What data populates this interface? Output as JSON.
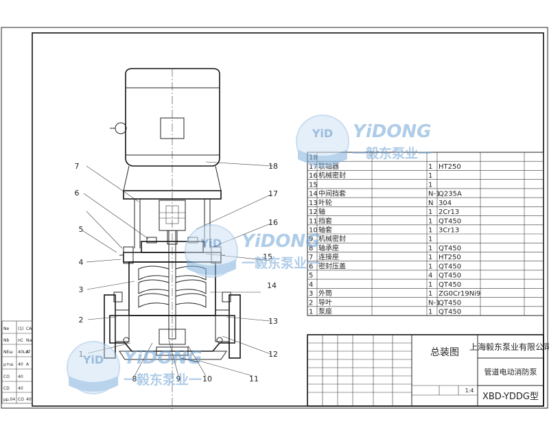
{
  "title_block": {
    "drawing_name": "总装图",
    "company": "上海毅东泵业有限公司",
    "product": "管道电动消防泵",
    "scale": "1:4",
    "model": "XBD-YDDG型"
  },
  "parts_list": [
    {
      "no": "18",
      "name": "",
      "qty": "",
      "material": ""
    },
    {
      "no": "17",
      "name": "联轴器",
      "qty": "1",
      "material": "HT250"
    },
    {
      "no": "16",
      "name": "机械密封",
      "qty": "1",
      "material": ""
    },
    {
      "no": "15",
      "name": "",
      "qty": "1",
      "material": ""
    },
    {
      "no": "14",
      "name": "中间挡套",
      "qty": "N-1",
      "material": "Q235A"
    },
    {
      "no": "13",
      "name": "叶轮",
      "qty": "N",
      "material": "304"
    },
    {
      "no": "12",
      "name": "轴",
      "qty": "1",
      "material": "2Cr13"
    },
    {
      "no": "11",
      "name": "挡套",
      "qty": "1",
      "material": "QT450"
    },
    {
      "no": "10",
      "name": "轴套",
      "qty": "1",
      "material": "3Cr13"
    },
    {
      "no": "9",
      "name": "机械密封",
      "qty": "1",
      "material": ""
    },
    {
      "no": "8",
      "name": "轴承座",
      "qty": "1",
      "material": "QT450"
    },
    {
      "no": "7",
      "name": "连接座",
      "qty": "1",
      "material": "HT250"
    },
    {
      "no": "6",
      "name": "密封压盖",
      "qty": "1",
      "material": "QT450"
    },
    {
      "no": "5",
      "name": "",
      "qty": "4",
      "material": "QT450"
    },
    {
      "no": "4",
      "name": "",
      "qty": "1",
      "material": "QT450"
    },
    {
      "no": "3",
      "name": "外筒",
      "qty": "1",
      "material": "ZG0Cr19Ni9"
    },
    {
      "no": "2",
      "name": "导叶",
      "qty": "N-1",
      "material": "QT450"
    },
    {
      "no": "1",
      "name": "泵座",
      "qty": "1",
      "material": "QT450"
    }
  ],
  "callouts": [
    "1",
    "2",
    "3",
    "4",
    "5",
    "6",
    "7",
    "8",
    "9",
    "10",
    "11",
    "12",
    "13",
    "14",
    "15",
    "16",
    "17",
    "18"
  ],
  "watermark": {
    "abbr": "YiD",
    "brand": "YiDONG",
    "cn": "一毅东泵业一"
  },
  "revision_table": [
    {
      "a": "Ne",
      "b": "(1)",
      "c": "CA"
    },
    {
      "a": "Nb",
      "b": "nC",
      "c": "Na"
    },
    {
      "a": "NEш",
      "b": "40L47",
      "c": "A"
    },
    {
      "a": "μ+ш",
      "b": "40",
      "c": "A"
    },
    {
      "a": "CO",
      "b": "40",
      "c": ""
    },
    {
      "a": "CD",
      "b": "40",
      "c": ""
    },
    {
      "a": "μμ.04",
      "b": "CO",
      "c": "40"
    }
  ]
}
